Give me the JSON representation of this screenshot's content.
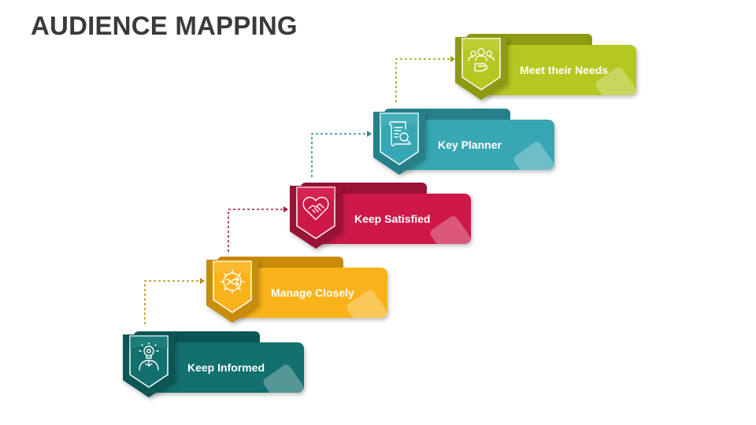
{
  "title": "AUDIENCE MAPPING",
  "steps": [
    {
      "label": "Keep Informed",
      "icon": "idea-person-icon",
      "color": "#12706e",
      "dark": "#0c5654",
      "light": "#2b8d8a"
    },
    {
      "label": "Manage Closely",
      "icon": "gear-arrows-icon",
      "color": "#f9b31a",
      "dark": "#c98b0a",
      "light": "#fcc448"
    },
    {
      "label": "Keep Satisfied",
      "icon": "handshake-heart-icon",
      "color": "#cd1848",
      "dark": "#9a1236",
      "light": "#e0335f"
    },
    {
      "label": "Key Planner",
      "icon": "document-search-icon",
      "color": "#37a7b3",
      "dark": "#26808a",
      "light": "#56bac4"
    },
    {
      "label": "Meet their Needs",
      "icon": "people-group-icon",
      "color": "#b5c721",
      "dark": "#8d9b14",
      "light": "#c8d84a"
    }
  ]
}
